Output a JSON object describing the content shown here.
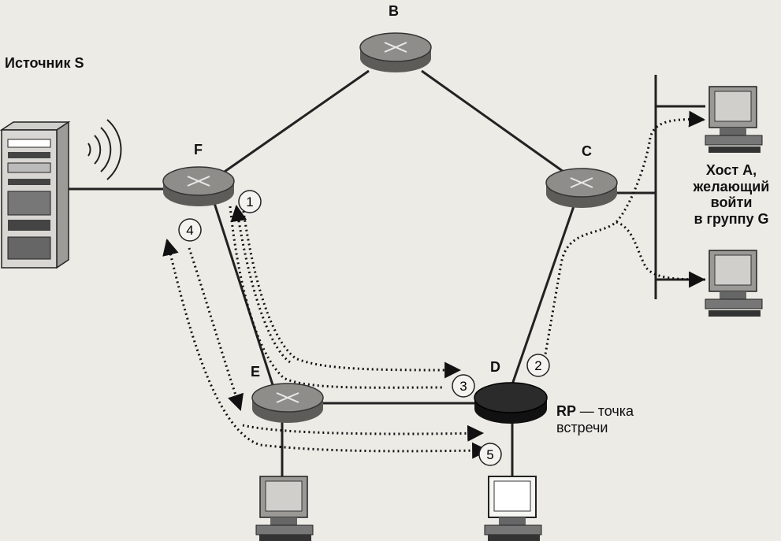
{
  "source": {
    "label": "Источник S"
  },
  "routers": {
    "B": {
      "label": "B"
    },
    "C": {
      "label": "C"
    },
    "D": {
      "label": "D"
    },
    "E": {
      "label": "E"
    },
    "F": {
      "label": "F"
    }
  },
  "rp": {
    "abbr": "RP",
    "caption_line1": "— точка",
    "caption_line2": "встречи"
  },
  "host_a": {
    "line1": "Хост A,",
    "line2": "желающий",
    "line3": "войти",
    "line4": "в группу G"
  },
  "steps": [
    "1",
    "2",
    "3",
    "4",
    "5"
  ],
  "colors": {
    "background": "#ecebe6",
    "router": "#8e8d8a",
    "rp_router": "#2b2b2b",
    "line": "#222222"
  }
}
